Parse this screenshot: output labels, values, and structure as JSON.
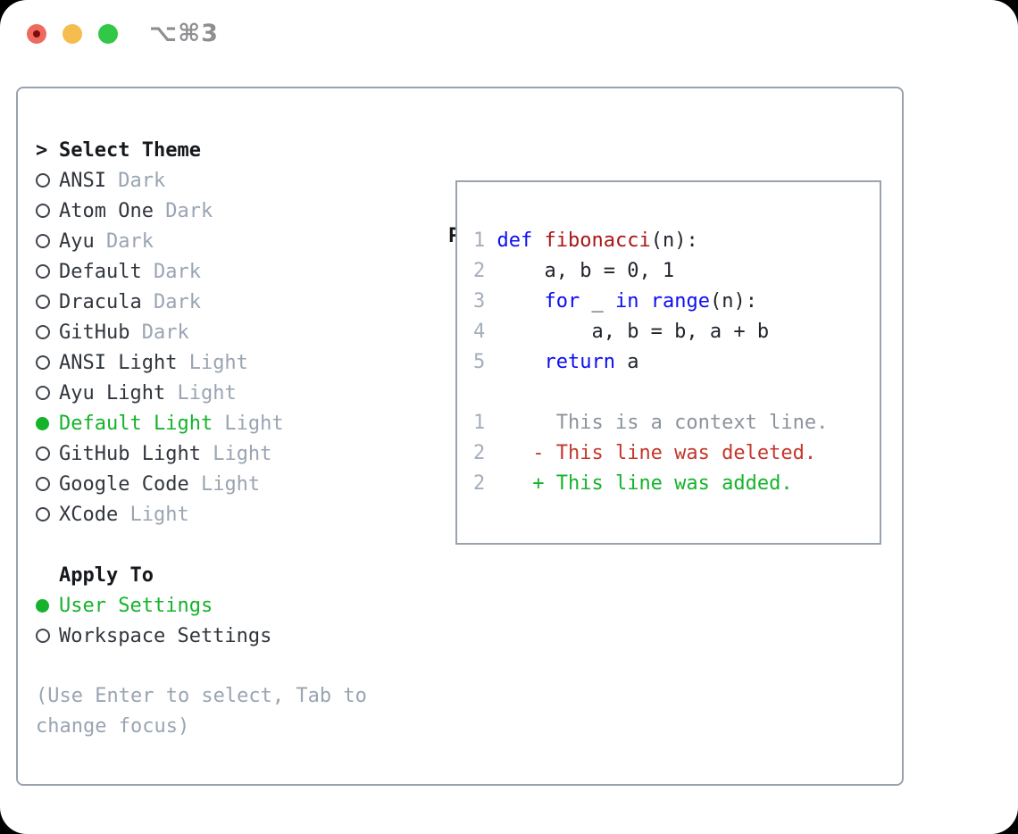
{
  "window": {
    "title": "⌥⌘3"
  },
  "colors": {
    "accent_green": "#15b32b",
    "deleted_red": "#c4372c",
    "keyword_blue": "#0d0df2",
    "function_red": "#a81616",
    "context_gray": "#8c939c",
    "muted_gray": "#9aa4b2",
    "line_number_gray": "#a4aebc",
    "text_dark": "#2b3138",
    "border_gray": "#9aa2ae",
    "traffic_red": "#ee6a5f",
    "traffic_red_dot": "#7e0b10",
    "traffic_yellow": "#f5bd4f",
    "traffic_green": "#33c748",
    "title_gray": "#8f8f93"
  },
  "theme_selector": {
    "prompt": ">",
    "title": "Select Theme",
    "items": [
      {
        "name": "ANSI",
        "variant": "Dark",
        "selected": false
      },
      {
        "name": "Atom One",
        "variant": "Dark",
        "selected": false
      },
      {
        "name": "Ayu",
        "variant": "Dark",
        "selected": false
      },
      {
        "name": "Default",
        "variant": "Dark",
        "selected": false
      },
      {
        "name": "Dracula",
        "variant": "Dark",
        "selected": false
      },
      {
        "name": "GitHub",
        "variant": "Dark",
        "selected": false
      },
      {
        "name": "ANSI Light",
        "variant": "Light",
        "selected": false
      },
      {
        "name": "Ayu Light",
        "variant": "Light",
        "selected": false
      },
      {
        "name": "Default Light",
        "variant": "Light",
        "selected": true
      },
      {
        "name": "GitHub Light",
        "variant": "Light",
        "selected": false
      },
      {
        "name": "Google Code",
        "variant": "Light",
        "selected": false
      },
      {
        "name": "XCode",
        "variant": "Light",
        "selected": false
      }
    ],
    "apply_to": {
      "title": "Apply To",
      "options": [
        {
          "name": "User Settings",
          "selected": true
        },
        {
          "name": "Workspace Settings",
          "selected": false
        }
      ]
    },
    "hint": "(Use Enter to select, Tab to change focus)"
  },
  "preview": {
    "title": "Preview",
    "lines": [
      {
        "num": "1",
        "segments": [
          {
            "text": "def ",
            "style": "keyword"
          },
          {
            "text": "fibonacci",
            "style": "function"
          },
          {
            "text": "(n):",
            "style": "plain"
          }
        ]
      },
      {
        "num": "2",
        "segments": [
          {
            "text": "    a, b = 0, 1",
            "style": "plain"
          }
        ]
      },
      {
        "num": "3",
        "segments": [
          {
            "text": "    ",
            "style": "plain"
          },
          {
            "text": "for",
            "style": "keyword"
          },
          {
            "text": " _ ",
            "style": "plain"
          },
          {
            "text": "in",
            "style": "keyword"
          },
          {
            "text": " ",
            "style": "plain"
          },
          {
            "text": "range",
            "style": "keyword"
          },
          {
            "text": "(n):",
            "style": "plain"
          }
        ]
      },
      {
        "num": "4",
        "segments": [
          {
            "text": "        a, b = b, a + b",
            "style": "plain"
          }
        ]
      },
      {
        "num": "5",
        "segments": [
          {
            "text": "    ",
            "style": "plain"
          },
          {
            "text": "return",
            "style": "keyword"
          },
          {
            "text": " a",
            "style": "plain"
          }
        ]
      },
      {
        "num": "",
        "segments": []
      },
      {
        "num": "1",
        "segments": [
          {
            "text": "     This is a context line.",
            "style": "context"
          }
        ]
      },
      {
        "num": "2",
        "segments": [
          {
            "text": "   - This line was deleted.",
            "style": "deleted"
          }
        ]
      },
      {
        "num": "2",
        "segments": [
          {
            "text": "   + This line was added.",
            "style": "added"
          }
        ]
      }
    ]
  }
}
